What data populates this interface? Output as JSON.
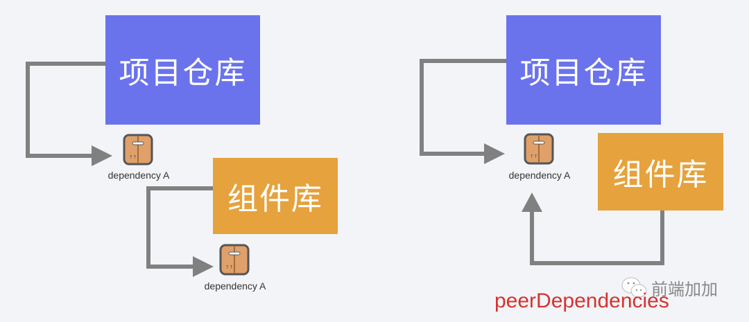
{
  "left": {
    "repo_box": "项目仓库",
    "lib_box": "组件库",
    "dep1": "dependency A",
    "dep2": "dependency A"
  },
  "right": {
    "repo_box": "项目仓库",
    "lib_box": "组件库",
    "dep": "dependency A",
    "caption": "peerDependencies"
  },
  "watermark": "前端加加",
  "colors": {
    "blue": "#6a73ec",
    "orange": "#e6a23c",
    "arrow": "#808080",
    "caption": "#d6322f"
  }
}
